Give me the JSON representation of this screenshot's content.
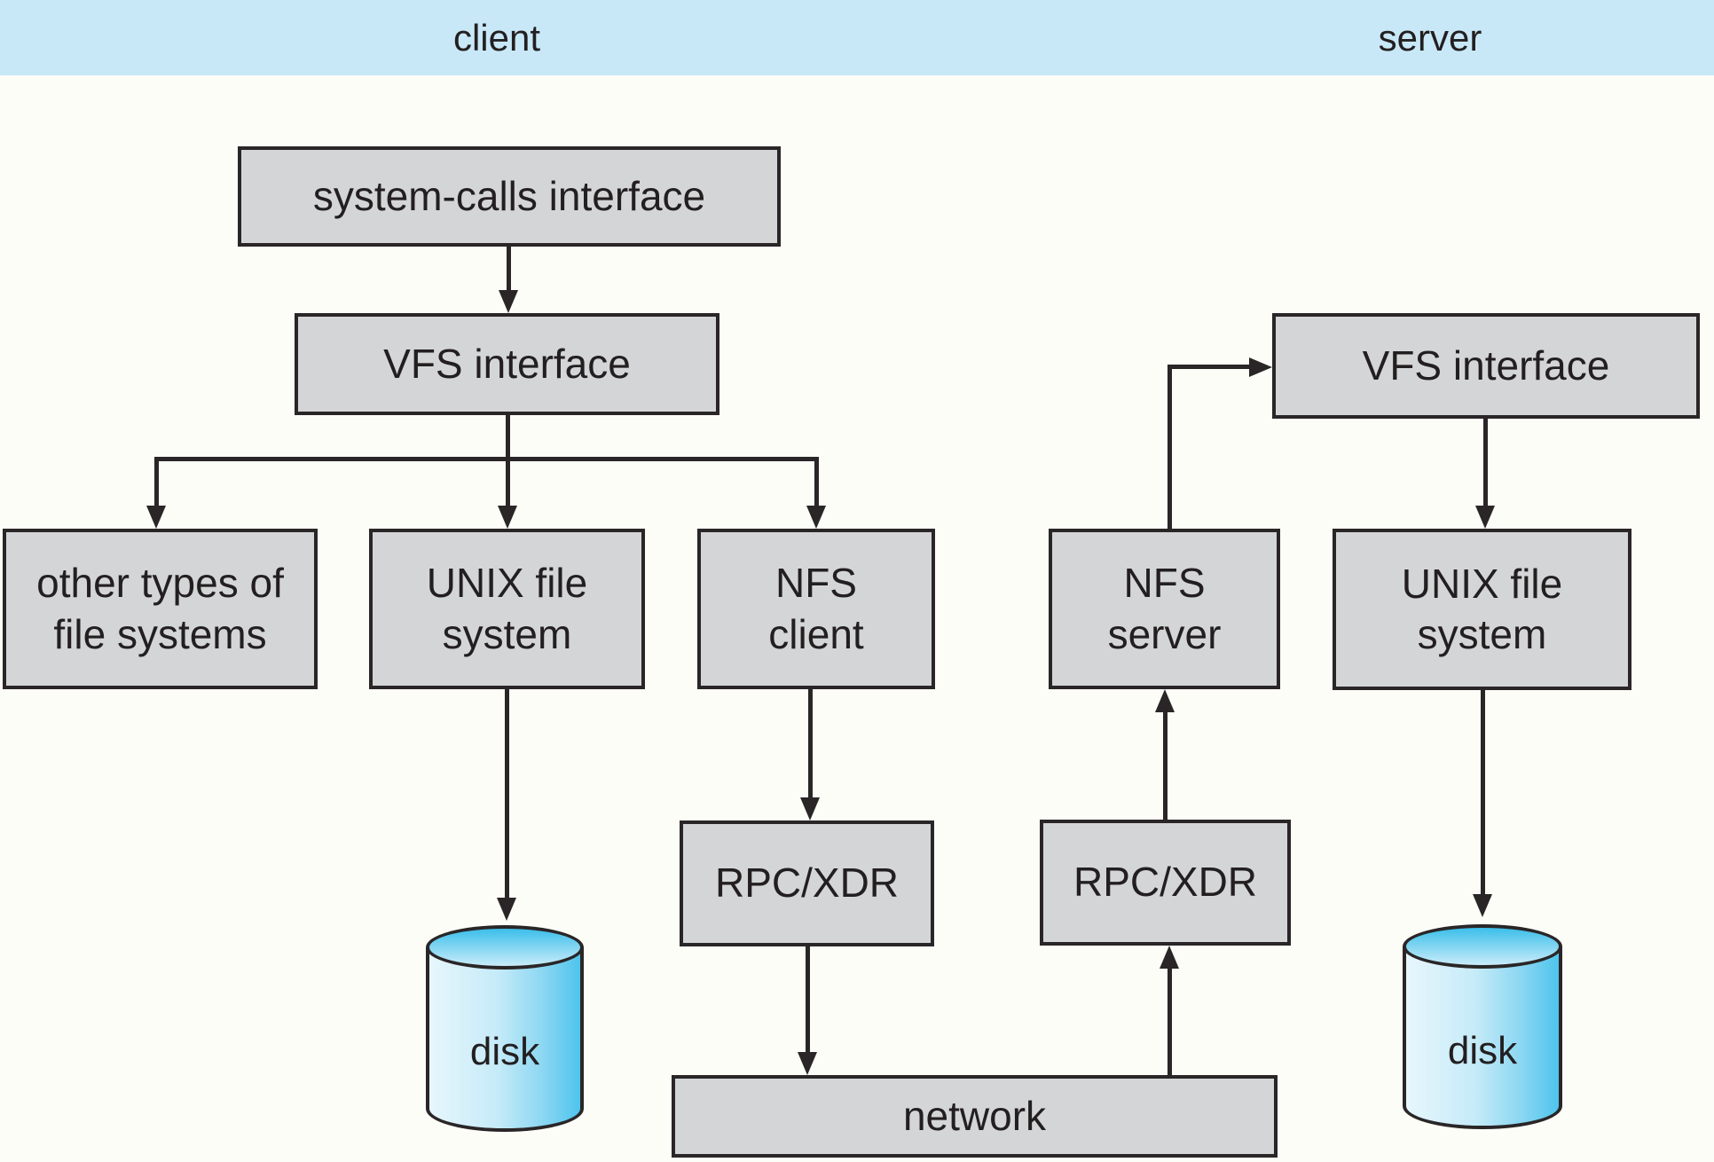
{
  "header": {
    "client_label": "client",
    "server_label": "server"
  },
  "nodes": {
    "system_calls": {
      "label": "system-calls interface"
    },
    "vfs_client": {
      "label": "VFS interface"
    },
    "other_fs": {
      "label": "other types of\nfile systems"
    },
    "unix_fs_client": {
      "label": "UNIX file\nsystem"
    },
    "nfs_client": {
      "label": "NFS\nclient"
    },
    "nfs_server": {
      "label": "NFS\nserver"
    },
    "unix_fs_server": {
      "label": "UNIX file\nsystem"
    },
    "vfs_server": {
      "label": "VFS interface"
    },
    "rpc_client": {
      "label": "RPC/XDR"
    },
    "rpc_server": {
      "label": "RPC/XDR"
    },
    "network": {
      "label": "network"
    },
    "disk_client": {
      "label": "disk"
    },
    "disk_server": {
      "label": "disk"
    }
  },
  "edges": [
    {
      "from": "system-calls interface",
      "to": "VFS interface (client)",
      "direction": "down"
    },
    {
      "from": "VFS interface (client)",
      "to": "other types of file systems",
      "direction": "down"
    },
    {
      "from": "VFS interface (client)",
      "to": "UNIX file system (client)",
      "direction": "down"
    },
    {
      "from": "VFS interface (client)",
      "to": "NFS client",
      "direction": "down"
    },
    {
      "from": "UNIX file system (client)",
      "to": "disk (client)",
      "direction": "down"
    },
    {
      "from": "NFS client",
      "to": "RPC/XDR (client)",
      "direction": "down"
    },
    {
      "from": "RPC/XDR (client)",
      "to": "network",
      "direction": "down"
    },
    {
      "from": "network",
      "to": "RPC/XDR (server)",
      "direction": "up"
    },
    {
      "from": "RPC/XDR (server)",
      "to": "NFS server",
      "direction": "up"
    },
    {
      "from": "NFS server",
      "to": "VFS interface (server)",
      "direction": "elbow-up-right"
    },
    {
      "from": "VFS interface (server)",
      "to": "UNIX file system (server)",
      "direction": "down"
    },
    {
      "from": "UNIX file system (server)",
      "to": "disk (server)",
      "direction": "down"
    }
  ],
  "colors": {
    "header_bg": "#c8e8f8",
    "box_fill": "#d4d5d6",
    "line_and_text": "#2a2627",
    "disk_blue_strong": "#4ec4ed",
    "disk_blue_light": "#e7f6fc",
    "page_bg": "#fdfdf8"
  }
}
